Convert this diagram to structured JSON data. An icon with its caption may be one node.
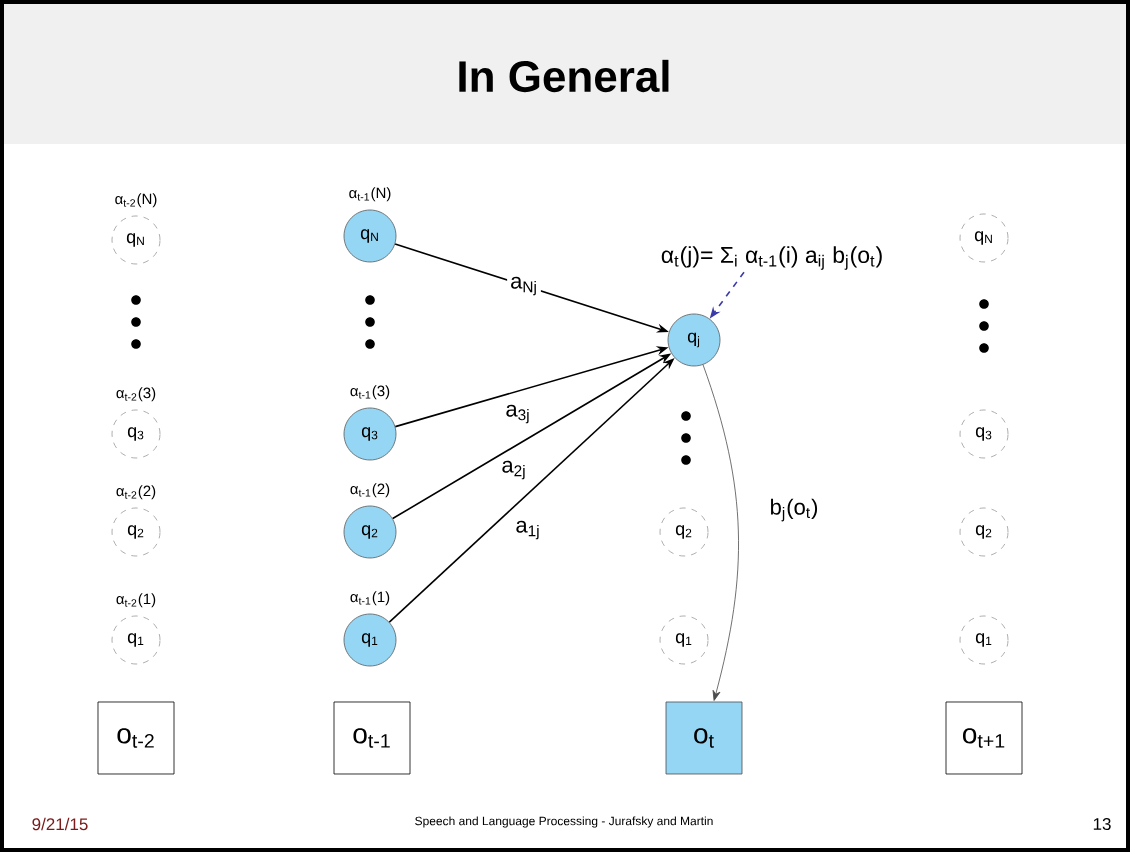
{
  "diagram": {
    "title": "In General",
    "nodes": [
      {
        "text": [
          "q$_{N}$"
        ],
        "beside": [
          "α$_{t-2}$(N)"
        ]
      },
      {
        "text": [
          "q$_{3}$"
        ],
        "beside": [
          "α$_{t-2}$(3)"
        ]
      },
      {
        "text": [
          "q$_{2}$"
        ],
        "beside": [
          "α$_{t-2}$(2)"
        ]
      },
      {
        "text": [
          "q$_{1}$"
        ],
        "beside": [
          "α$_{t-2}$(1)"
        ]
      },
      {
        "text": [
          "o$_{t-2}$"
        ]
      },
      {
        "text": [
          "q$_{N}$"
        ],
        "beside": [
          "α$_{t-1}$(N)"
        ]
      },
      {
        "text": [
          "q$_{3}$"
        ],
        "beside": [
          "α$_{t-1}$(3)"
        ]
      },
      {
        "text": [
          "q$_{2}$"
        ],
        "beside": [
          "α$_{t-1}$(2)"
        ]
      },
      {
        "text": [
          "q$_{1}$"
        ],
        "beside": [
          "α$_{t-1}$(1)"
        ]
      },
      {
        "text": [
          "o$_{t-1}$"
        ]
      },
      {
        "text": [
          "α$_{t}$(j)= Σ$_{i}$ α$_{t-1}$(i) a$_{ij}$ b$_{j}$(o$_{t}$)"
        ]
      },
      {
        "text": [
          "q$_{j}$"
        ]
      },
      {
        "text": [
          "q$_{2}$"
        ]
      },
      {
        "text": [
          "q$_{1}$"
        ]
      },
      {
        "text": [
          "o$_{t}$"
        ]
      },
      {
        "text": [
          "q$_{N}$"
        ]
      },
      {
        "text": [
          "q$_{3}$"
        ]
      },
      {
        "text": [
          "q$_{2}$"
        ]
      },
      {
        "text": [
          "q$_{1}$"
        ]
      },
      {
        "text": [
          "o$_{t+1}$"
        ]
      }
    ],
    "edges": [
      {
        "from": 5,
        "to": 11,
        "arrow": "to",
        "label": "a$_{Nj}$"
      },
      {
        "from": 6,
        "to": 11,
        "arrow": "to",
        "label": "a$_{3j}$"
      },
      {
        "from": 7,
        "to": 11,
        "arrow": "to",
        "label": "a$_{2j}$"
      },
      {
        "from": 8,
        "to": 11,
        "arrow": "to",
        "label": "a$_{1j}$"
      },
      {
        "from": 10,
        "to": 11,
        "arrow": "to",
        "style": "dashed",
        "color": "#3a3aa8"
      },
      {
        "from": 11,
        "to": 14,
        "arrow": "to",
        "label": "b$_{j}$(o$_{t}$)"
      }
    ],
    "labels": [
      "9/21/15",
      "Speech and Language Processing - Jurafsky and Martin",
      "13"
    ]
  }
}
